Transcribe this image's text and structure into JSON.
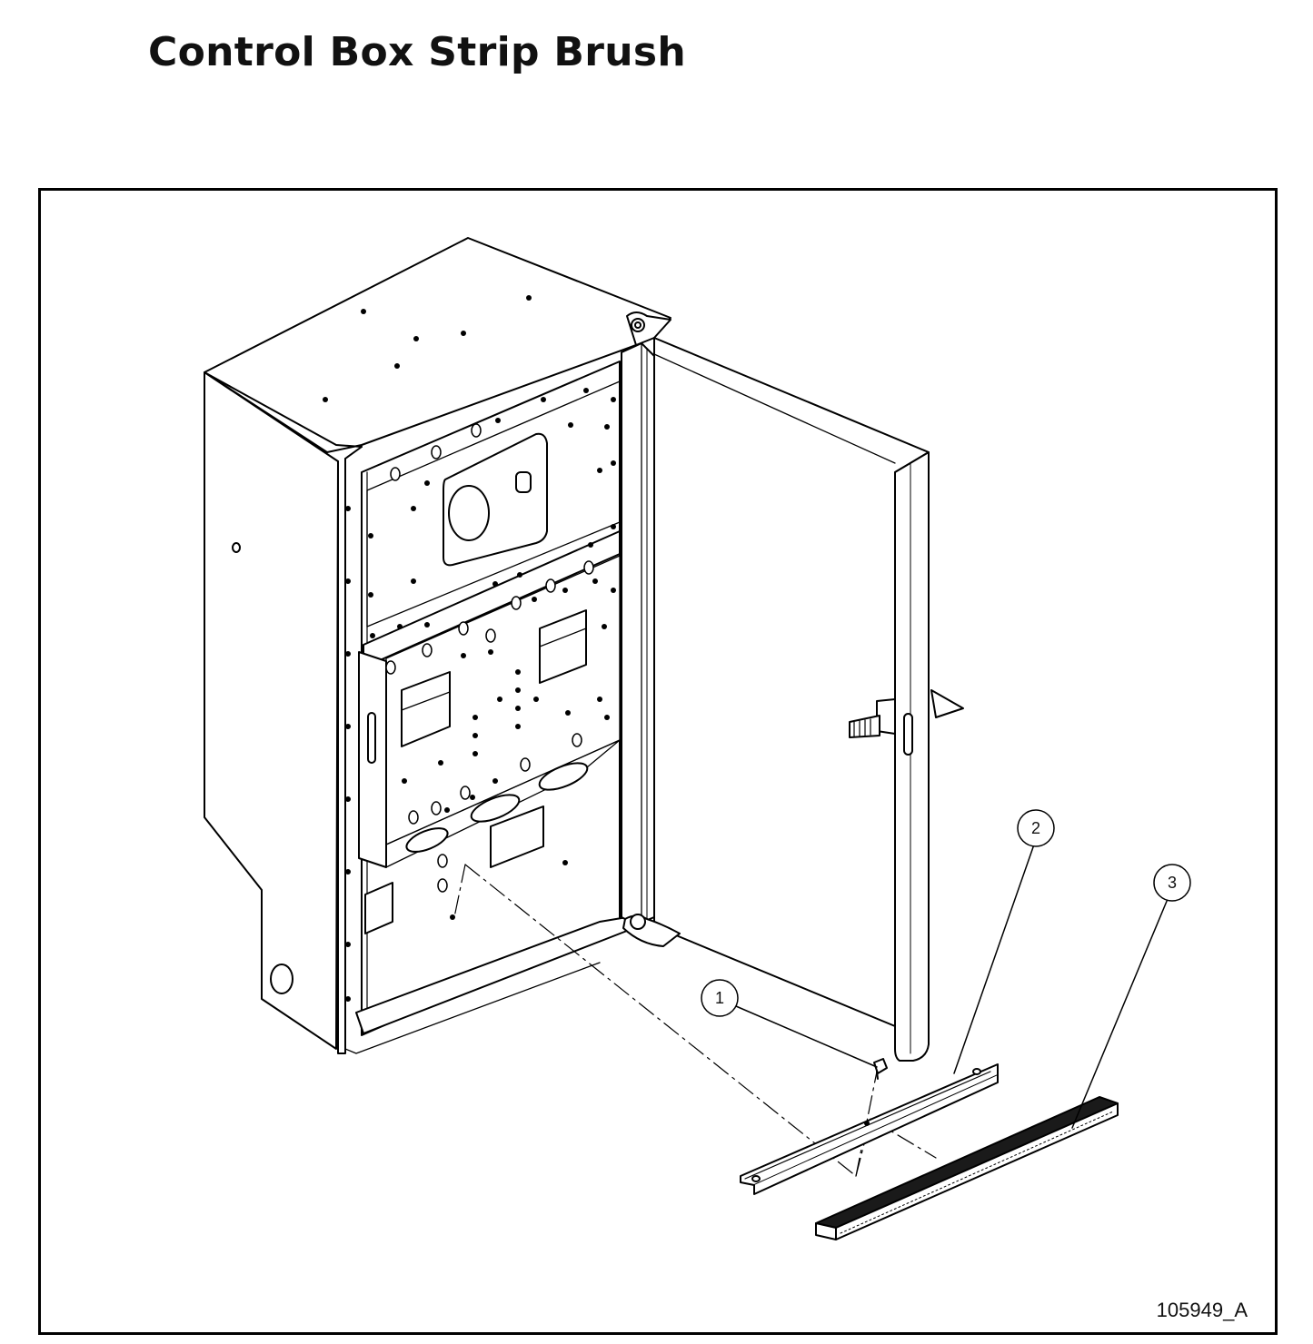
{
  "title": "Control Box Strip Brush",
  "drawing_id": "105949_A",
  "callouts": [
    {
      "number": "1",
      "part": "screw"
    },
    {
      "number": "2",
      "part": "strip-brush-bracket"
    },
    {
      "number": "3",
      "part": "strip-brush"
    }
  ],
  "colors": {
    "line": "#000000",
    "background": "#ffffff",
    "brush": "#1a1a1a"
  }
}
